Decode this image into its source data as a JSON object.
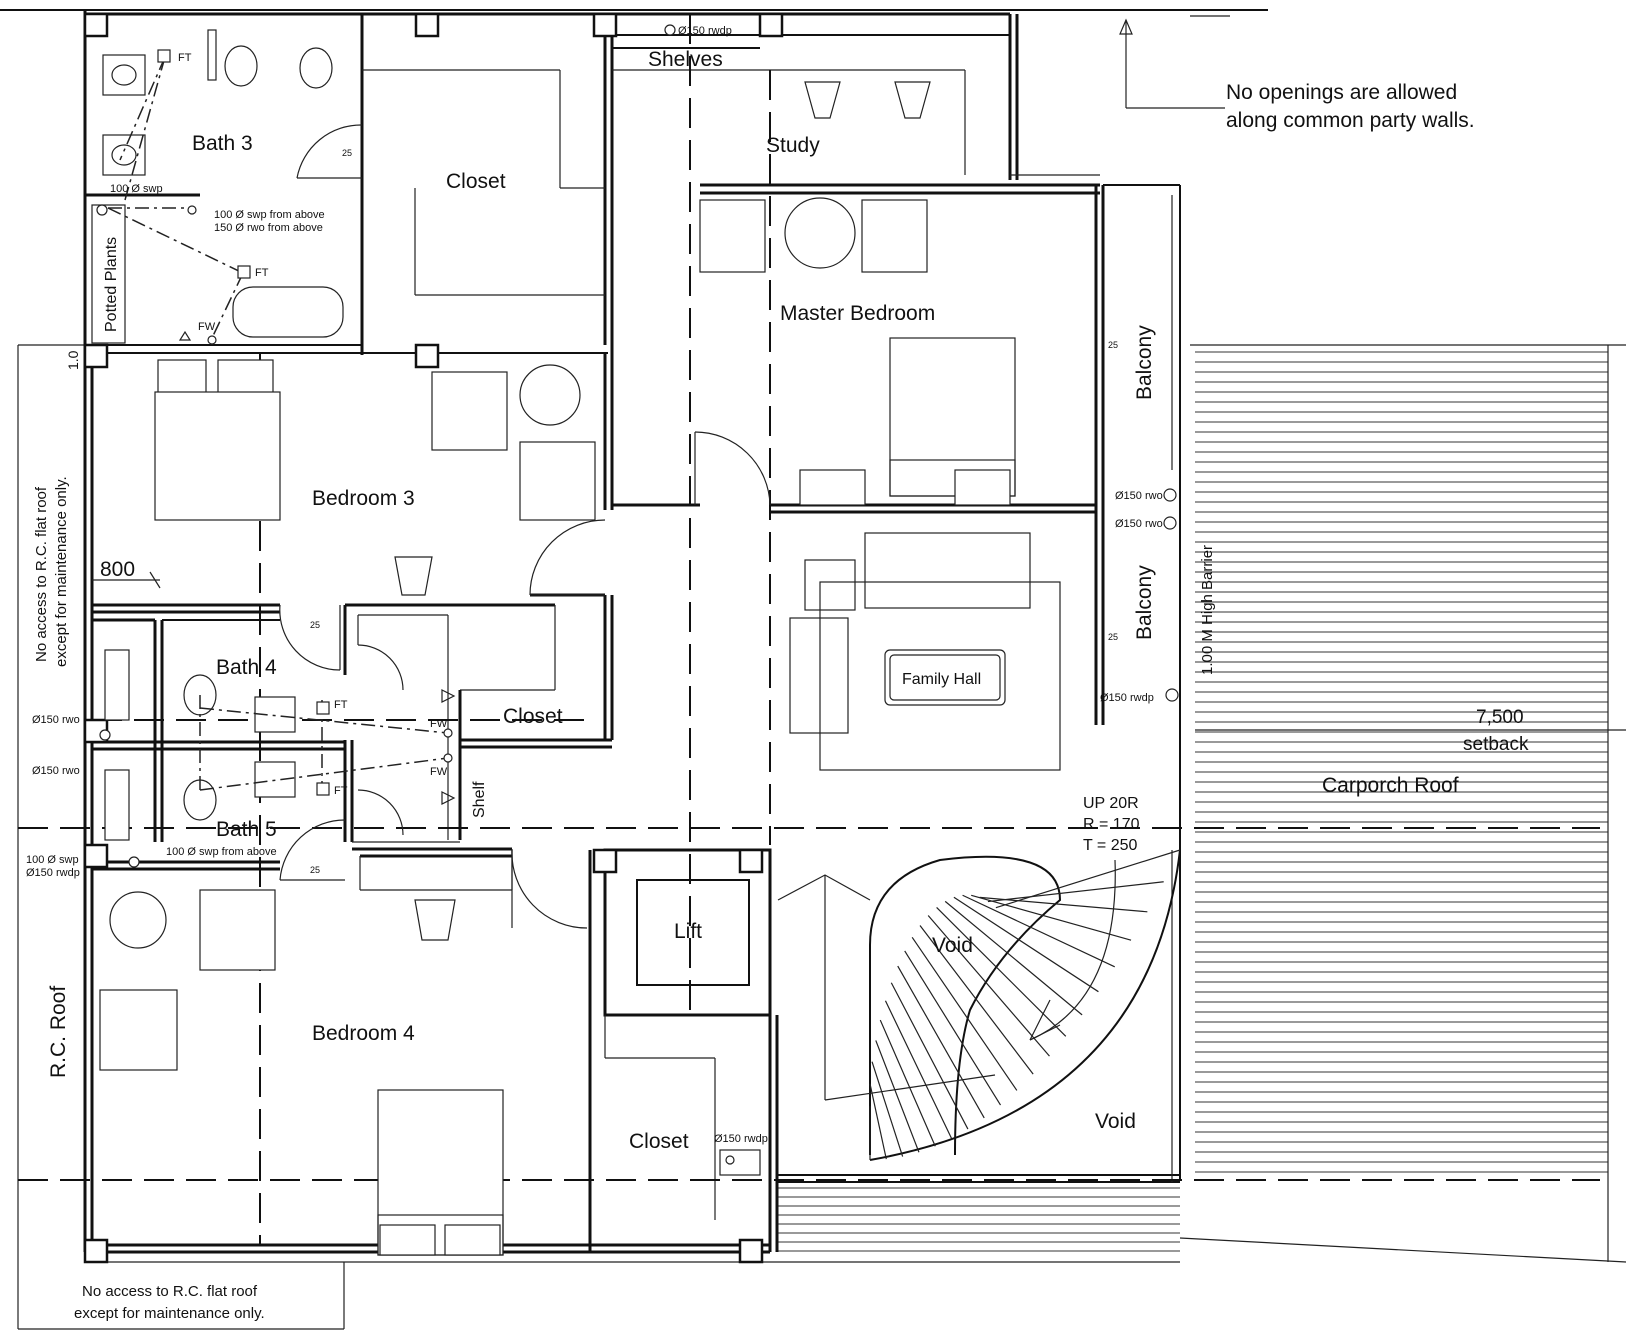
{
  "rooms": {
    "bath3": "Bath 3",
    "closet_top": "Closet",
    "shelves": "Shelves",
    "study": "Study",
    "master_bedroom": "Master Bedroom",
    "bedroom3": "Bedroom 3",
    "balcony_top": "Balcony",
    "balcony_mid": "Balcony",
    "family_hall": "Family Hall",
    "bath4": "Bath 4",
    "closet_mid": "Closet",
    "bath5": "Bath 5",
    "shelf": "Shelf",
    "lift": "Lift",
    "void_top": "Void",
    "void_bottom": "Void",
    "bedroom4": "Bedroom 4",
    "closet_bottom": "Closet",
    "potted_plants": "Potted Plants",
    "rc_roof": "R.C. Roof",
    "carporch_roof": "Carporch Roof"
  },
  "notes": {
    "party_walls_1": "No openings are allowed",
    "party_walls_2": "along common party walls.",
    "no_access_left_1": "No access to R.C. flat roof",
    "no_access_left_2": "except for maintenance only.",
    "no_access_bottom_1": "No access to R.C. flat roof",
    "no_access_bottom_2": "except for maintenance only.",
    "barrier": "1.00 M High Barrier",
    "setback_value": "7,500",
    "setback_label": "setback",
    "stairs_up": "UP 20R",
    "stairs_r": "R = 170",
    "stairs_t": "T = 250"
  },
  "dimensions": {
    "d800": "800",
    "d1_0": "1.0",
    "d25": "25"
  },
  "pipes": {
    "rwdp_top": "Ø150 rwdp",
    "swp_100": "100 Ø swp",
    "swp_from_above": "100 Ø swp from above",
    "rwo_from_above": "150 Ø rwo from above",
    "rwo_balcony_1": "Ø150 rwo",
    "rwo_balcony_2": "Ø150 rwo",
    "rwdp_balcony": "Ø150 rwdp",
    "rwo_left_1": "Ø150 rwo",
    "rwo_left_2": "Ø150 rwo",
    "swp_left": "100 Ø swp",
    "rwdp_left": "Ø150 rwdp",
    "swp_bath5": "100 Ø swp from above",
    "rwdp_closet": "Ø150 rwdp"
  },
  "fixtures": {
    "ft": "FT",
    "fw": "FW"
  }
}
